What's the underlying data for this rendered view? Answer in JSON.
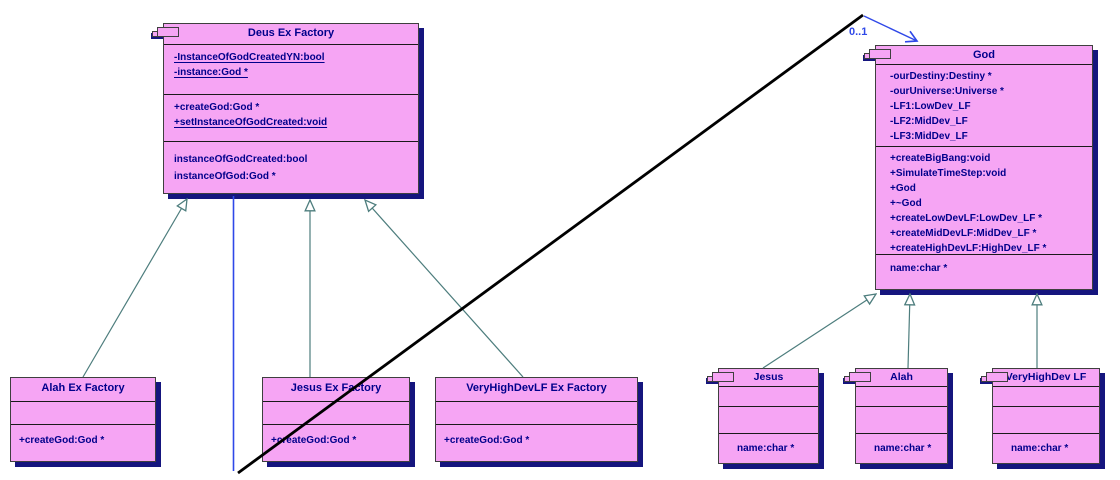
{
  "diagram": {
    "association": {
      "multiplicity_label": "0..1"
    }
  },
  "colors": {
    "box_fill": "#f6a5f4",
    "box_border": "#3f3f3f",
    "box_shadow": "#15157e",
    "text": "#00008b",
    "inheritance_line": "#4d7d7d",
    "association_line": "#2f48e8",
    "crossing_line": "#000000"
  },
  "classes": {
    "deus_ex_factory": {
      "title": "Deus Ex Factory",
      "icon": "class-icon",
      "attributes": [
        {
          "t": "-InstanceOfGodCreatedYN:bool",
          "u": true
        },
        {
          "t": "-instance:God *",
          "u": true
        }
      ],
      "operations": [
        {
          "t": "+createGod:God *",
          "u": false
        },
        {
          "t": "+setInstanceOfGodCreated:void",
          "u": true
        }
      ],
      "properties": [
        {
          "t": "instanceOfGodCreated:bool",
          "u": false
        },
        {
          "t": "instanceOfGod:God *",
          "u": false
        }
      ]
    },
    "god": {
      "title": "God",
      "icon": "class-icon",
      "attributes": [
        {
          "t": "-ourDestiny:Destiny *",
          "u": false
        },
        {
          "t": "-ourUniverse:Universe *",
          "u": false
        },
        {
          "t": "-LF1:LowDev_LF",
          "u": false
        },
        {
          "t": "-LF2:MidDev_LF",
          "u": false
        },
        {
          "t": "-LF3:MidDev_LF",
          "u": false
        }
      ],
      "operations": [
        {
          "t": "+createBigBang:void",
          "u": false
        },
        {
          "t": "+SimulateTimeStep:void",
          "u": false
        },
        {
          "t": "+God",
          "u": false
        },
        {
          "t": "+~God",
          "u": false
        },
        {
          "t": "+createLowDevLF:LowDev_LF *",
          "u": false
        },
        {
          "t": "+createMidDevLF:MidDev_LF *",
          "u": false
        },
        {
          "t": "+createHighDevLF:HighDev_LF *",
          "u": false
        }
      ],
      "properties": [
        {
          "t": "name:char *",
          "u": false
        }
      ]
    },
    "alah_ex_factory": {
      "title": "Alah Ex Factory",
      "attributes": [],
      "operations": [
        {
          "t": "+createGod:God *",
          "u": false
        }
      ]
    },
    "jesus_ex_factory": {
      "title": "Jesus Ex Factory",
      "attributes": [],
      "operations": [
        {
          "t": "+createGod:God *",
          "u": false
        }
      ]
    },
    "veryhighdevlf_ex_factory": {
      "title": "VeryHighDevLF Ex Factory",
      "attributes": [],
      "operations": [
        {
          "t": "+createGod:God *",
          "u": false
        }
      ]
    },
    "jesus": {
      "title": "Jesus",
      "icon": "class-icon",
      "attributes": [],
      "operations": [],
      "properties": [
        {
          "t": "name:char *",
          "u": false
        }
      ]
    },
    "alah": {
      "title": "Alah",
      "icon": "class-icon",
      "attributes": [],
      "operations": [],
      "properties": [
        {
          "t": "name:char *",
          "u": false
        }
      ]
    },
    "veryhighdev_lf": {
      "title": "VeryHighDev LF",
      "icon": "class-icon",
      "attributes": [],
      "operations": [],
      "properties": [
        {
          "t": "name:char *",
          "u": false
        }
      ]
    }
  }
}
